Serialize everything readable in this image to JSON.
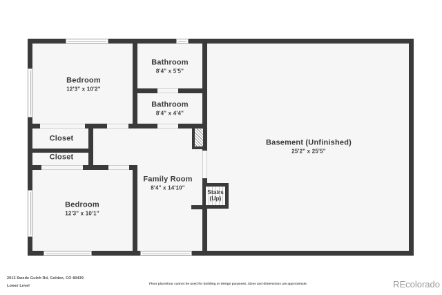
{
  "colors": {
    "wall": "#3a3a3a",
    "room_fill": "#f6f6f6",
    "label_text": "#3a3a3a",
    "watermark_gray": "#9b9b9b"
  },
  "rooms": {
    "bedroom_upper": {
      "name": "Bedroom",
      "dims": "12'3\" x 10'2\""
    },
    "bathroom_upper": {
      "name": "Bathroom",
      "dims": "8'4\" x 5'5\""
    },
    "bathroom_lower": {
      "name": "Bathroom",
      "dims": "8'4\" x 4'4\""
    },
    "basement": {
      "name": "Basement (Unfinished)",
      "dims": "25'2\" x 25'5\""
    },
    "closet_1": {
      "name": "Closet"
    },
    "closet_2": {
      "name": "Closet"
    },
    "family_room": {
      "name": "Family Room",
      "dims": "8'4\" x 14'10\""
    },
    "bedroom_lower": {
      "name": "Bedroom",
      "dims": "12'3\" x 10'1\""
    },
    "stairs": {
      "name": "Stairs",
      "sub": "(Up)"
    }
  },
  "footer": {
    "address": "2013 Swede Gulch Rd, Golden, CO 80439",
    "level": "Lower Level",
    "disclaimer": "Floor plans/tour cannot be used for building or design purposes. Sizes and dimensions are approximate.",
    "watermark": "REcolorado"
  }
}
